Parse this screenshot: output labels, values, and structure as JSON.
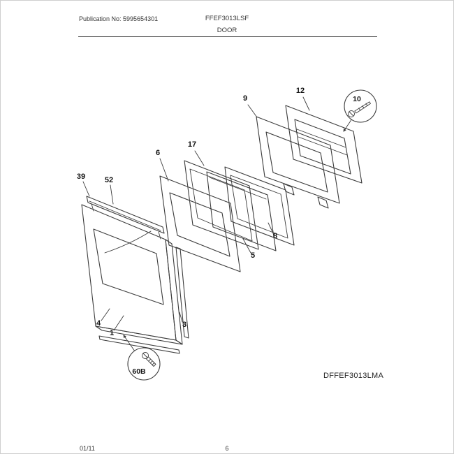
{
  "header": {
    "publication": "Publication No: 5995654301",
    "model": "FFEF3013LSF",
    "section": "DOOR"
  },
  "diagram": {
    "model_code": "DFFEF3013LMA",
    "callouts": {
      "n39": "39",
      "n52": "52",
      "n4": "4",
      "n1": "1",
      "n3": "3",
      "n6": "6",
      "n17": "17",
      "n5": "5",
      "n8": "8",
      "n9": "9",
      "n12": "12",
      "n60b": "60B",
      "n10": "10"
    }
  },
  "footer": {
    "date": "01/11",
    "page": "6"
  },
  "colors": {
    "ink": "#3c3c3c",
    "paper": "#ffffff"
  }
}
